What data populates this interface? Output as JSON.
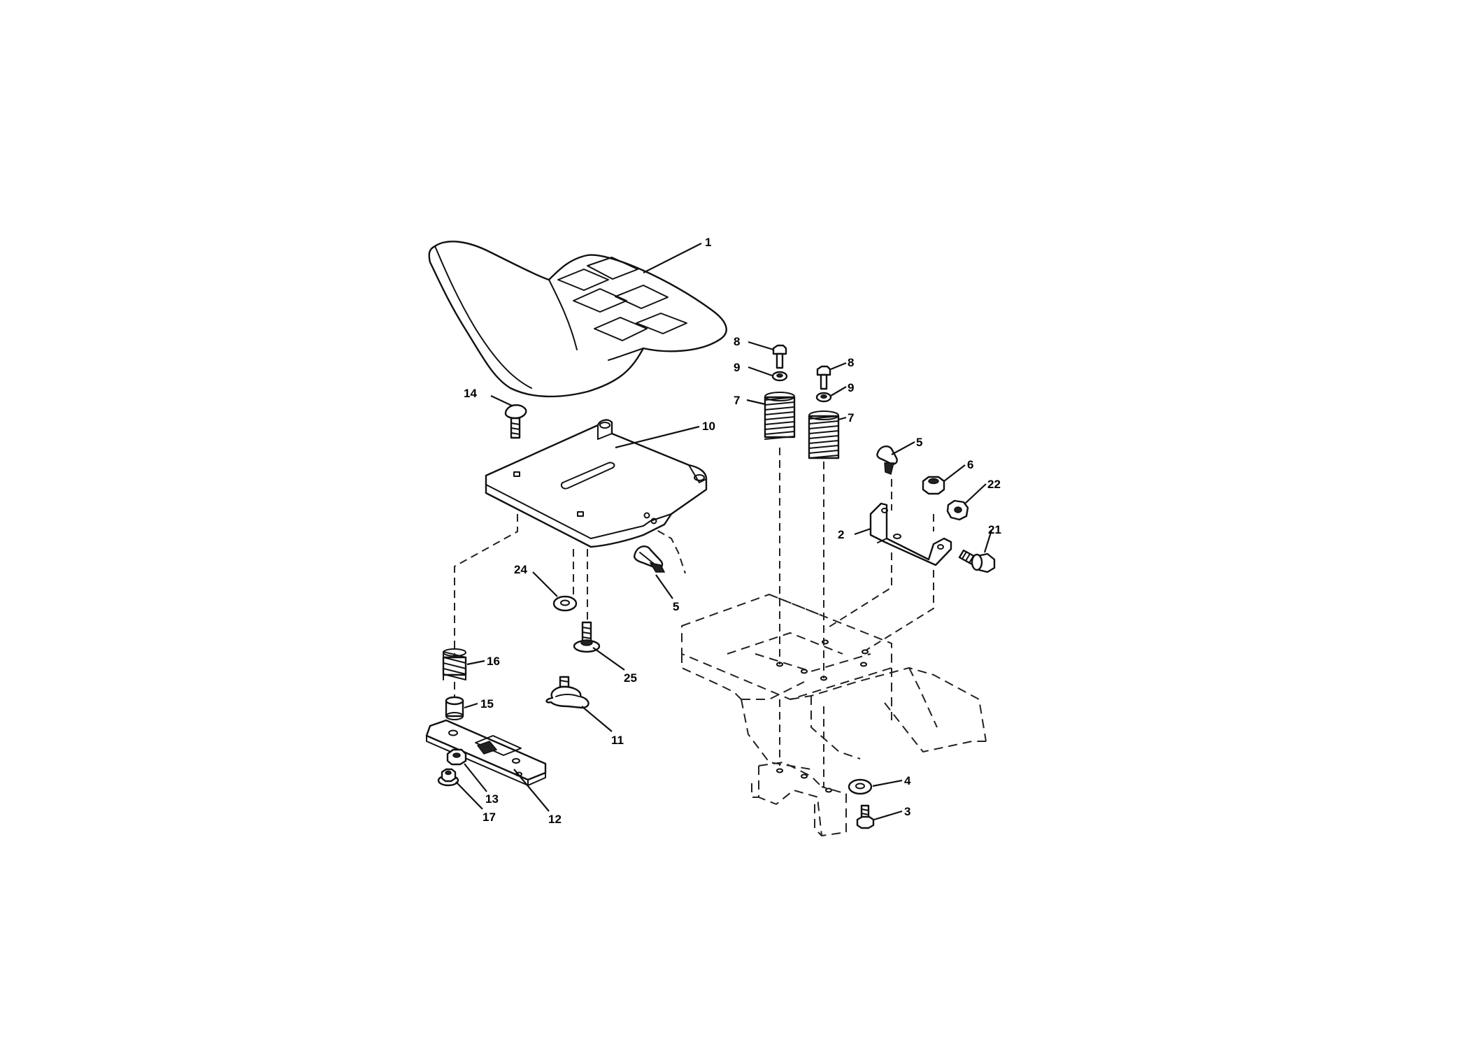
{
  "diagram": {
    "callouts": [
      {
        "id": "c-1-seat",
        "label": "1"
      },
      {
        "id": "c-14-carriage-bolt",
        "label": "14"
      },
      {
        "id": "c-10-seat-pan",
        "label": "10"
      },
      {
        "id": "c-24-washer",
        "label": "24"
      },
      {
        "id": "c-5-clip-left",
        "label": "5"
      },
      {
        "id": "c-16-spring",
        "label": "16"
      },
      {
        "id": "c-15-spacer",
        "label": "15"
      },
      {
        "id": "c-25-bolt",
        "label": "25"
      },
      {
        "id": "c-11-knob",
        "label": "11"
      },
      {
        "id": "c-13-nut",
        "label": "13"
      },
      {
        "id": "c-17-nut",
        "label": "17"
      },
      {
        "id": "c-12-slide-plate",
        "label": "12"
      },
      {
        "id": "c-8-screw-left",
        "label": "8"
      },
      {
        "id": "c-9-washer-left",
        "label": "9"
      },
      {
        "id": "c-7-spring-left",
        "label": "7"
      },
      {
        "id": "c-8-screw-right",
        "label": "8"
      },
      {
        "id": "c-9-washer-right",
        "label": "9"
      },
      {
        "id": "c-7-spring-right",
        "label": "7"
      },
      {
        "id": "c-5-clip-right",
        "label": "5"
      },
      {
        "id": "c-6-nut",
        "label": "6"
      },
      {
        "id": "c-22-nut",
        "label": "22"
      },
      {
        "id": "c-2-bracket",
        "label": "2"
      },
      {
        "id": "c-21-bolt",
        "label": "21"
      },
      {
        "id": "c-4-washer",
        "label": "4"
      },
      {
        "id": "c-3-bolt",
        "label": "3"
      }
    ]
  }
}
